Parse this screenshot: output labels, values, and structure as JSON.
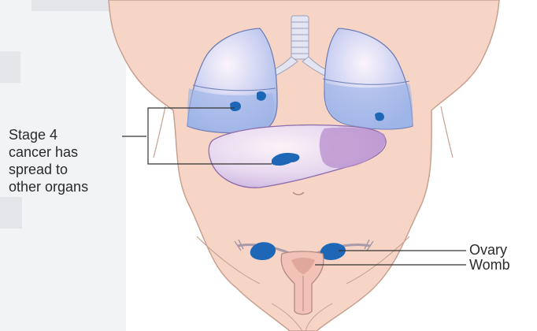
{
  "labels": {
    "stage_lines": [
      "Stage 4",
      "cancer has",
      "spread to",
      "other organs"
    ],
    "ovary": "Ovary",
    "womb": "Womb"
  },
  "colors": {
    "skin": "#f5d3c4",
    "skin_outline": "#c9a091",
    "lung": "#c7cdf0",
    "lung_lower": "#93aee6",
    "liver": "#e3d4ef",
    "liver_dark": "#b790c9",
    "tumor": "#1e67b6",
    "leader_line": "#333333"
  }
}
